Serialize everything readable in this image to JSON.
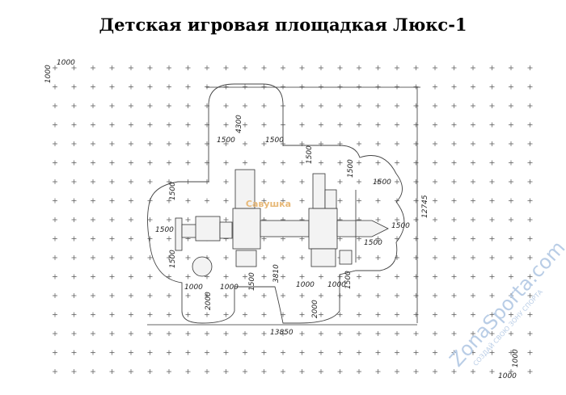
{
  "title": "Детская игровая площадкая Люкс-1",
  "dimensions": {
    "grid_h": "1000",
    "grid_v": "1000",
    "total_width": "13850",
    "total_height": "12745",
    "tower_height": "4300",
    "walkway_depth": "3810",
    "zone": "1500",
    "gap": "1000",
    "step": "2000"
  },
  "logo": "Савушка",
  "watermark": {
    "brand": "ZonaSporta.com",
    "slogan": "СОЗДАЙ СВОЮ ЗОНУ СПОРТА"
  },
  "colors": {
    "line": "#333333",
    "logo": "#e7b877",
    "watermark": "#b9cde6"
  }
}
